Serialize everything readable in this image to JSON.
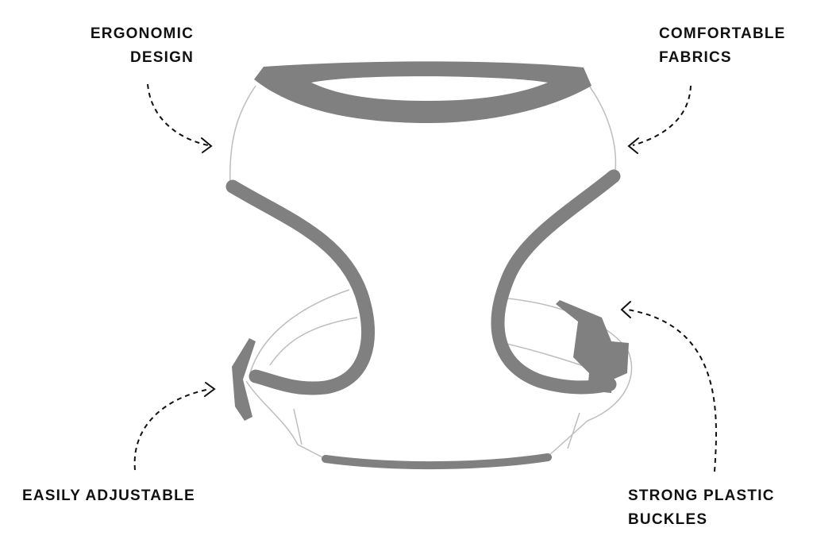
{
  "colors": {
    "strap": "#808080",
    "outline": "#bdbdbd",
    "text": "#111111"
  },
  "labels": {
    "ergonomic": {
      "line1": "ERGONOMIC",
      "line2": "DESIGN"
    },
    "comfortable": {
      "line1": "COMFORTABLE",
      "line2": "FABRICS"
    },
    "adjustable": {
      "line1": "EASILY ADJUSTABLE"
    },
    "buckles": {
      "line1": "STRONG PLASTIC",
      "line2": "BUCKLES"
    }
  }
}
